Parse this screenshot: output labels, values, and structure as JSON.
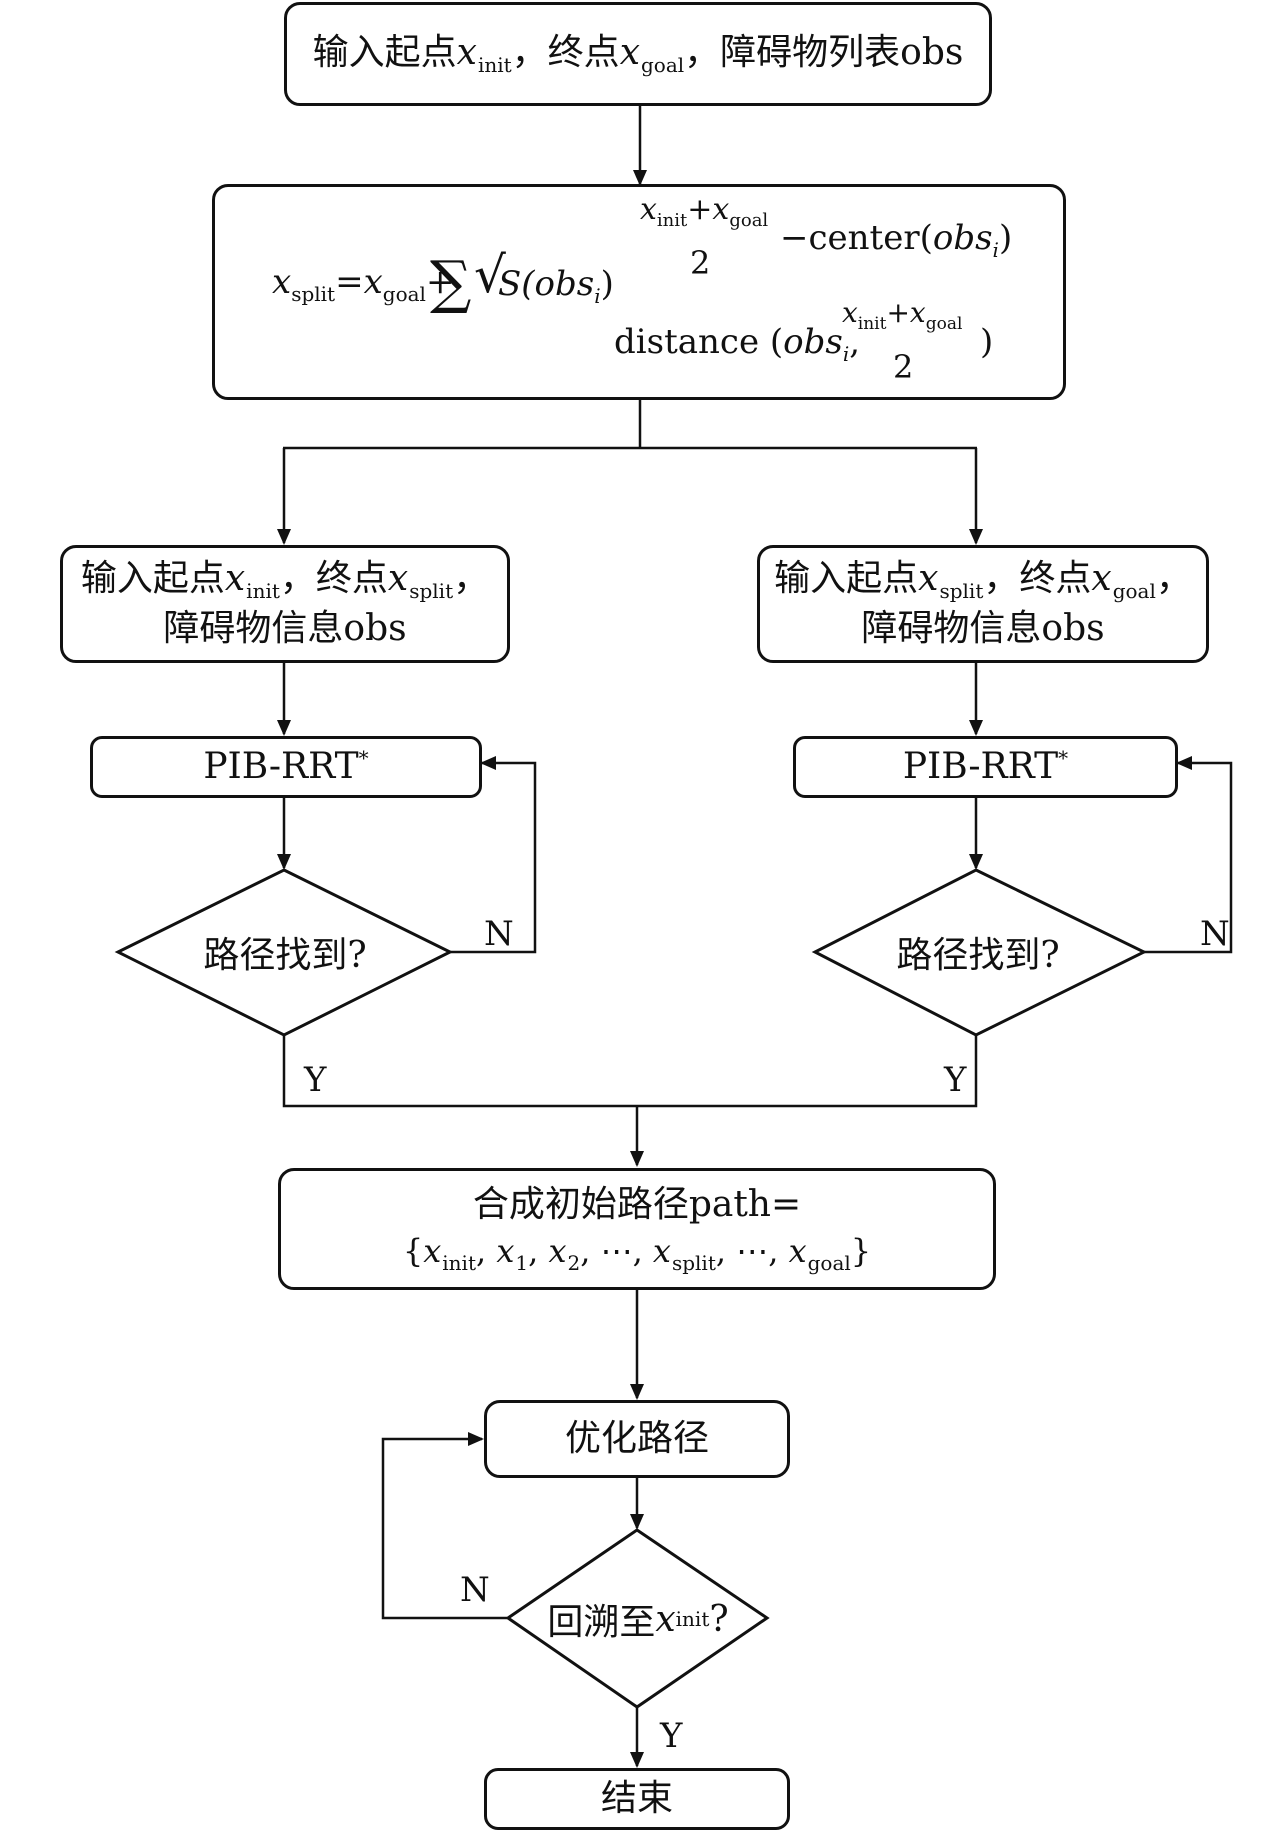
{
  "start": {
    "prefix": "输入起点",
    "x_init_sym": "x",
    "x_init_sub": "init",
    "mid": "，终点",
    "x_goal_sym": "x",
    "x_goal_sub": "goal",
    "suffix": "，障碍物列表obs"
  },
  "formula": {
    "lhs_x": "x",
    "lhs_sub": "split",
    "eq": "=",
    "goal_x": "x",
    "goal_sub": "goal",
    "plus": "+",
    "sum": "∑",
    "sqrt": "√",
    "S_obs": "S(obs",
    "i": "i",
    "close": ")",
    "num_x1": "x",
    "num_sub1": "init",
    "num_plus": "+",
    "num_x2": "x",
    "num_sub2": "goal",
    "num_two": "2",
    "num_center": "−center(",
    "num_obs": "obs",
    "num_i": "i",
    "num_close": ")",
    "den_distance": "distance (",
    "den_obs": "obs",
    "den_i": "i",
    "den_comma": ",",
    "den_x1": "x",
    "den_sub1": "init",
    "den_plus": "+",
    "den_x2": "x",
    "den_sub2": "goal",
    "den_two": "2",
    "den_close": ")"
  },
  "left_input": {
    "line1_prefix": "输入起点",
    "x1": "x",
    "sub1": "init",
    "mid": "，终点",
    "x2": "x",
    "sub2": "split",
    "comma": "，",
    "line2": "障碍物信息obs"
  },
  "right_input": {
    "line1_prefix": "输入起点",
    "x1": "x",
    "sub1": "split",
    "mid": "，终点",
    "x2": "x",
    "sub2": "goal",
    "comma": "，",
    "line2": "障碍物信息obs"
  },
  "pib": {
    "label": "PIB-RRT",
    "star": "*"
  },
  "found_question": "路径找到?",
  "labels": {
    "no": "N",
    "yes": "Y"
  },
  "merge": {
    "line1": "合成初始路径path=",
    "open": "{",
    "x_init": "x",
    "s_init": "init",
    "x1": "x",
    "s1": "1",
    "x2": "x",
    "s2": "2",
    "dots": "⋯",
    "x_split": "x",
    "s_split": "split",
    "x_goal": "x",
    "s_goal": "goal",
    "close": "}",
    "sep": ", "
  },
  "optimize": "优化路径",
  "backtrack": {
    "prefix": "回溯至",
    "x": "x",
    "sub": "init",
    "suffix": "?"
  },
  "end": "结束"
}
